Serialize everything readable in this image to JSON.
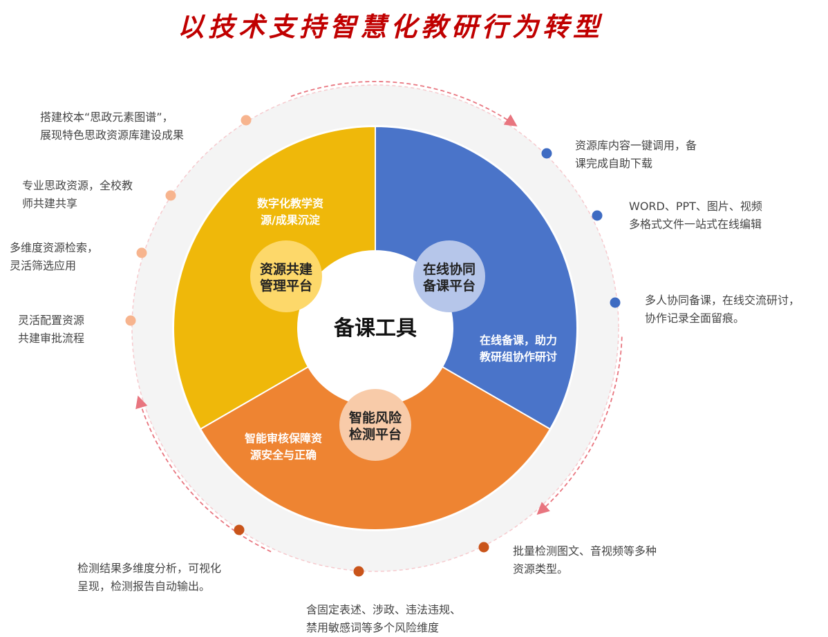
{
  "title": "以技术支持智慧化教研行为转型",
  "center": {
    "label": "备课工具"
  },
  "colors": {
    "title": "#c00000",
    "yellow": "#efb80a",
    "blue": "#4a74c9",
    "orange": "#ee8432",
    "ring": "#f4f4f4",
    "dashed": "#e8757f",
    "dot_yellow": "#f7b48e",
    "dot_blue": "#3e6bc2",
    "dot_orange": "#c9541a"
  },
  "segments": [
    {
      "key": "resource",
      "platform": [
        "资源共建",
        "管理平台"
      ],
      "caption": [
        "数字化教学资",
        "源/成果沉淀"
      ],
      "color": "#efb80a",
      "inner_color": "#fdd86a",
      "text_color": "#222222"
    },
    {
      "key": "collab",
      "platform": [
        "在线协同",
        "备课平台"
      ],
      "caption": [
        "在线备课，助力",
        "教研组协作研讨"
      ],
      "color": "#4a74c9",
      "inner_color": "#b6c6ea",
      "text_color": "#222222"
    },
    {
      "key": "risk",
      "platform": [
        "智能风险",
        "检测平台"
      ],
      "caption": [
        "智能审核保障资",
        "源安全与正确"
      ],
      "color": "#ee8432",
      "inner_color": "#f8cba9",
      "text_color": "#222222"
    }
  ],
  "notes": {
    "left": [
      [
        "搭建校本“思政元素图谱”，",
        "展现特色思政资源库建设成果"
      ],
      [
        "专业思政资源，全校教",
        "师共建共享"
      ],
      [
        "多维度资源检索，",
        "灵活筛选应用"
      ],
      [
        "灵活配置资源",
        "共建审批流程"
      ]
    ],
    "right": [
      [
        "资源库内容一键调用，备",
        "课完成自助下载"
      ],
      [
        "WORD、PPT、图片、视频",
        "多格式文件一站式在线编辑"
      ],
      [
        "多人协同备课，在线交流研讨，",
        "协作记录全面留痕。"
      ]
    ],
    "bottom": [
      [
        "批量检测图文、音视频等多种",
        "资源类型。"
      ],
      [
        "含固定表述、涉政、违法违规、",
        "禁用敏感词等多个风险维度"
      ],
      [
        "检测结果多维度分析，可视化",
        "呈现，检测报告自动输出。"
      ]
    ]
  }
}
